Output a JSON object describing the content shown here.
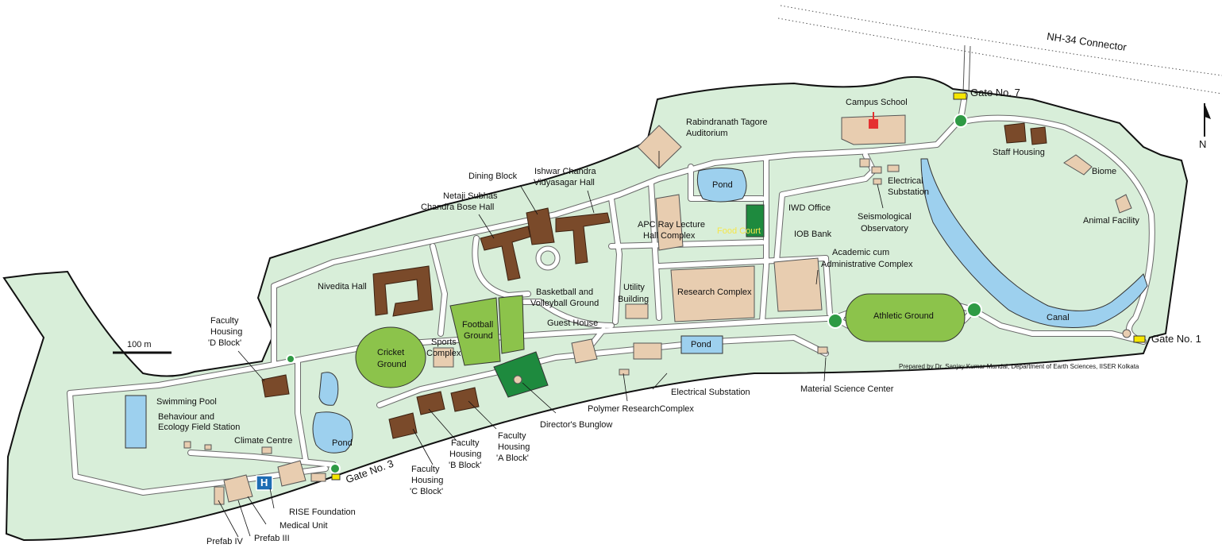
{
  "map": {
    "road_label": "NH-34 Connector",
    "scale_label": "100 m",
    "north_label": "N",
    "credit": "Prepared by Dr. Sanjay Kumar Mandal, Department of Earth Sciences, IISER Kolkata",
    "colors": {
      "campus": "#d8eed9",
      "road": "#ffffff",
      "building": "#e8cdb0",
      "hostel": "#7a4a2a",
      "ground": "#8cc34b",
      "dark_ground": "#1e8a3e",
      "water": "#9dd0ee",
      "gate": "#f5e600",
      "outline": "#111111"
    },
    "gates": {
      "g7": "Gate No. 7",
      "g1": "Gate No. 1",
      "g3": "Gate No. 3"
    },
    "labels": {
      "campus_school": "Campus School",
      "rabindranath_1": "Rabindranath Tagore",
      "rabindranath_2": "Auditorium",
      "staff_housing": "Staff Housing",
      "biome": "Biome",
      "electrical_sub_1": "Electrical",
      "electrical_sub_2": "Substation",
      "seismo_1": "Seismological",
      "seismo_2": "Observatory",
      "animal_facility": "Animal Facility",
      "pond_top": "Pond",
      "iwd_office": "IWD Office",
      "food_court": "Food Court",
      "iob_bank": "IOB Bank",
      "apc_1": "APC Ray Lecture",
      "apc_2": "Hall Complex",
      "academic_1": "Academic cum",
      "academic_2": "Administrative Complex",
      "dining_block": "Dining Block",
      "ishwar_1": "Ishwar Chandra",
      "ishwar_2": "Vidyasagar Hall",
      "netaji_1": "Netaji Subhas",
      "netaji_2": "Chandra Bose Hall",
      "nivedita": "Nivedita Hall",
      "basketball_1": "Basketball and",
      "basketball_2": "Volleyball Ground",
      "utility_1": "Utility",
      "utility_2": "Building",
      "research_complex": "Research Complex",
      "athletic_ground": "Athletic Ground",
      "canal": "Canal",
      "football_1": "Football",
      "football_2": "Ground",
      "guest_house": "Guest House",
      "pond_mid": "Pond",
      "sports_1": "Sports",
      "sports_2": "Complex",
      "cricket_1": "Cricket",
      "cricket_2": "Ground",
      "faculty_d_1": "Faculty",
      "faculty_d_2": "Housing",
      "faculty_d_3": "'D Block'",
      "electrical_substation": "Electrical Substation",
      "material_science": "Material Science Center",
      "polymer": "Polymer ResearchComplex",
      "directors_bungalow": "Director's Bunglow",
      "swimming_pool": "Swimming Pool",
      "behaviour_1": "Behaviour and",
      "behaviour_2": "Ecology Field Station",
      "climate_centre": "Climate Centre",
      "pond_left": "Pond",
      "faculty_a_1": "Faculty",
      "faculty_a_2": "Housing",
      "faculty_a_3": "'A Block'",
      "faculty_b_1": "Faculty",
      "faculty_b_2": "Housing",
      "faculty_b_3": "'B Block'",
      "faculty_c_1": "Faculty",
      "faculty_c_2": "Housing",
      "faculty_c_3": "'C Block'",
      "rise": "RISE Foundation",
      "medical": "Medical Unit",
      "prefab_iii": "Prefab III",
      "prefab_iv": "Prefab IV",
      "hospital_symbol": "H"
    }
  }
}
